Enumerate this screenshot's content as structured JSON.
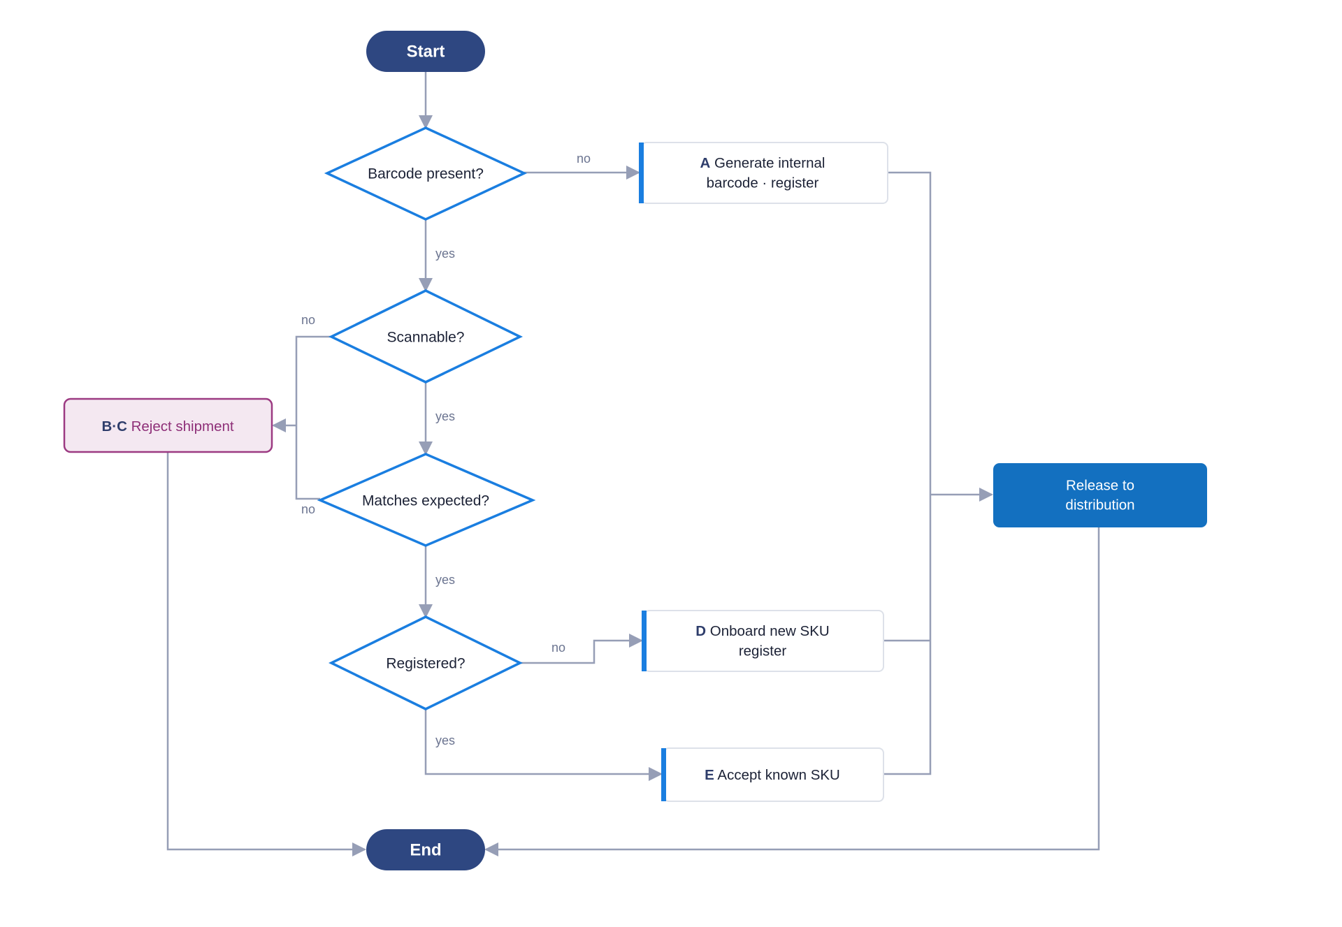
{
  "nodes": {
    "start": {
      "label": "Start"
    },
    "end": {
      "label": "End"
    },
    "barcode_present": {
      "label": "Barcode present?"
    },
    "scannable": {
      "label": "Scannable?"
    },
    "matches_expected": {
      "label": "Matches expected?"
    },
    "registered": {
      "label": "Registered?"
    },
    "generate_barcode": {
      "key": "A",
      "line1": "Generate internal",
      "line2": "barcode · register"
    },
    "reject_shipment": {
      "key": "B·C",
      "label": "Reject shipment"
    },
    "onboard_sku": {
      "key": "D",
      "line1": "Onboard new SKU",
      "line2": "register"
    },
    "accept_sku": {
      "key": "E",
      "label": "Accept known SKU"
    },
    "release": {
      "line1": "Release to",
      "line2": "distribution"
    }
  },
  "edges": {
    "barcode_no": "no",
    "barcode_yes": "yes",
    "scannable_no": "no",
    "scannable_yes": "yes",
    "matches_no": "no",
    "matches_yes": "yes",
    "registered_no": "no",
    "registered_yes": "yes"
  },
  "colors": {
    "terminal": "#2e4781",
    "decision_stroke": "#1a7ee0",
    "edge": "#969eb6",
    "reject_fill": "#f4e8f1",
    "reject_stroke": "#9c3a82",
    "release_fill": "#1370c0"
  }
}
